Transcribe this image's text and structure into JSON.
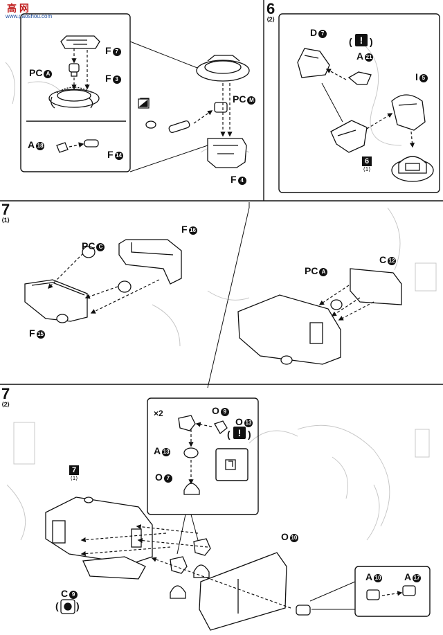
{
  "logo": {
    "text": "高 网",
    "url": "www.gaoshou.com"
  },
  "steps": {
    "s6": {
      "num": "6",
      "sub": "⟨2⟩"
    },
    "s7a": {
      "num": "7",
      "sub": "⟨1⟩"
    },
    "s7b": {
      "num": "7",
      "sub": "⟨2⟩"
    }
  },
  "refs": {
    "r6": {
      "num": "6",
      "sub": "⟨1⟩"
    },
    "r7": {
      "num": "7",
      "sub": "⟨1⟩"
    }
  },
  "caution": {
    "mark": "!",
    "open": "(",
    "close": ")"
  },
  "multiplier": "×2",
  "labels": {
    "f7": {
      "t": "F",
      "n": "7"
    },
    "pca1": {
      "t": "PC",
      "n": "A"
    },
    "f3": {
      "t": "F",
      "n": "3"
    },
    "a18": {
      "t": "A",
      "n": "18"
    },
    "f14": {
      "t": "F",
      "n": "14"
    },
    "pcm": {
      "t": "PC",
      "n": "M"
    },
    "f4": {
      "t": "F",
      "n": "4"
    },
    "d7": {
      "t": "D",
      "n": "7"
    },
    "a21": {
      "t": "A",
      "n": "21"
    },
    "i5": {
      "t": "I",
      "n": "5"
    },
    "f16": {
      "t": "F",
      "n": "16"
    },
    "pcc": {
      "t": "PC",
      "n": "C"
    },
    "f15": {
      "t": "F",
      "n": "15"
    },
    "pca2": {
      "t": "PC",
      "n": "A"
    },
    "c12": {
      "t": "C",
      "n": "12"
    },
    "o9": {
      "t": "O",
      "n": "9"
    },
    "o13": {
      "t": "O",
      "n": "13"
    },
    "a13": {
      "t": "A",
      "n": "13"
    },
    "o7": {
      "t": "O",
      "n": "7"
    },
    "o10": {
      "t": "O",
      "n": "10"
    },
    "c9": {
      "t": "C",
      "n": "9"
    },
    "a10": {
      "t": "A",
      "n": "10"
    },
    "a17": {
      "t": "A",
      "n": "17"
    }
  }
}
